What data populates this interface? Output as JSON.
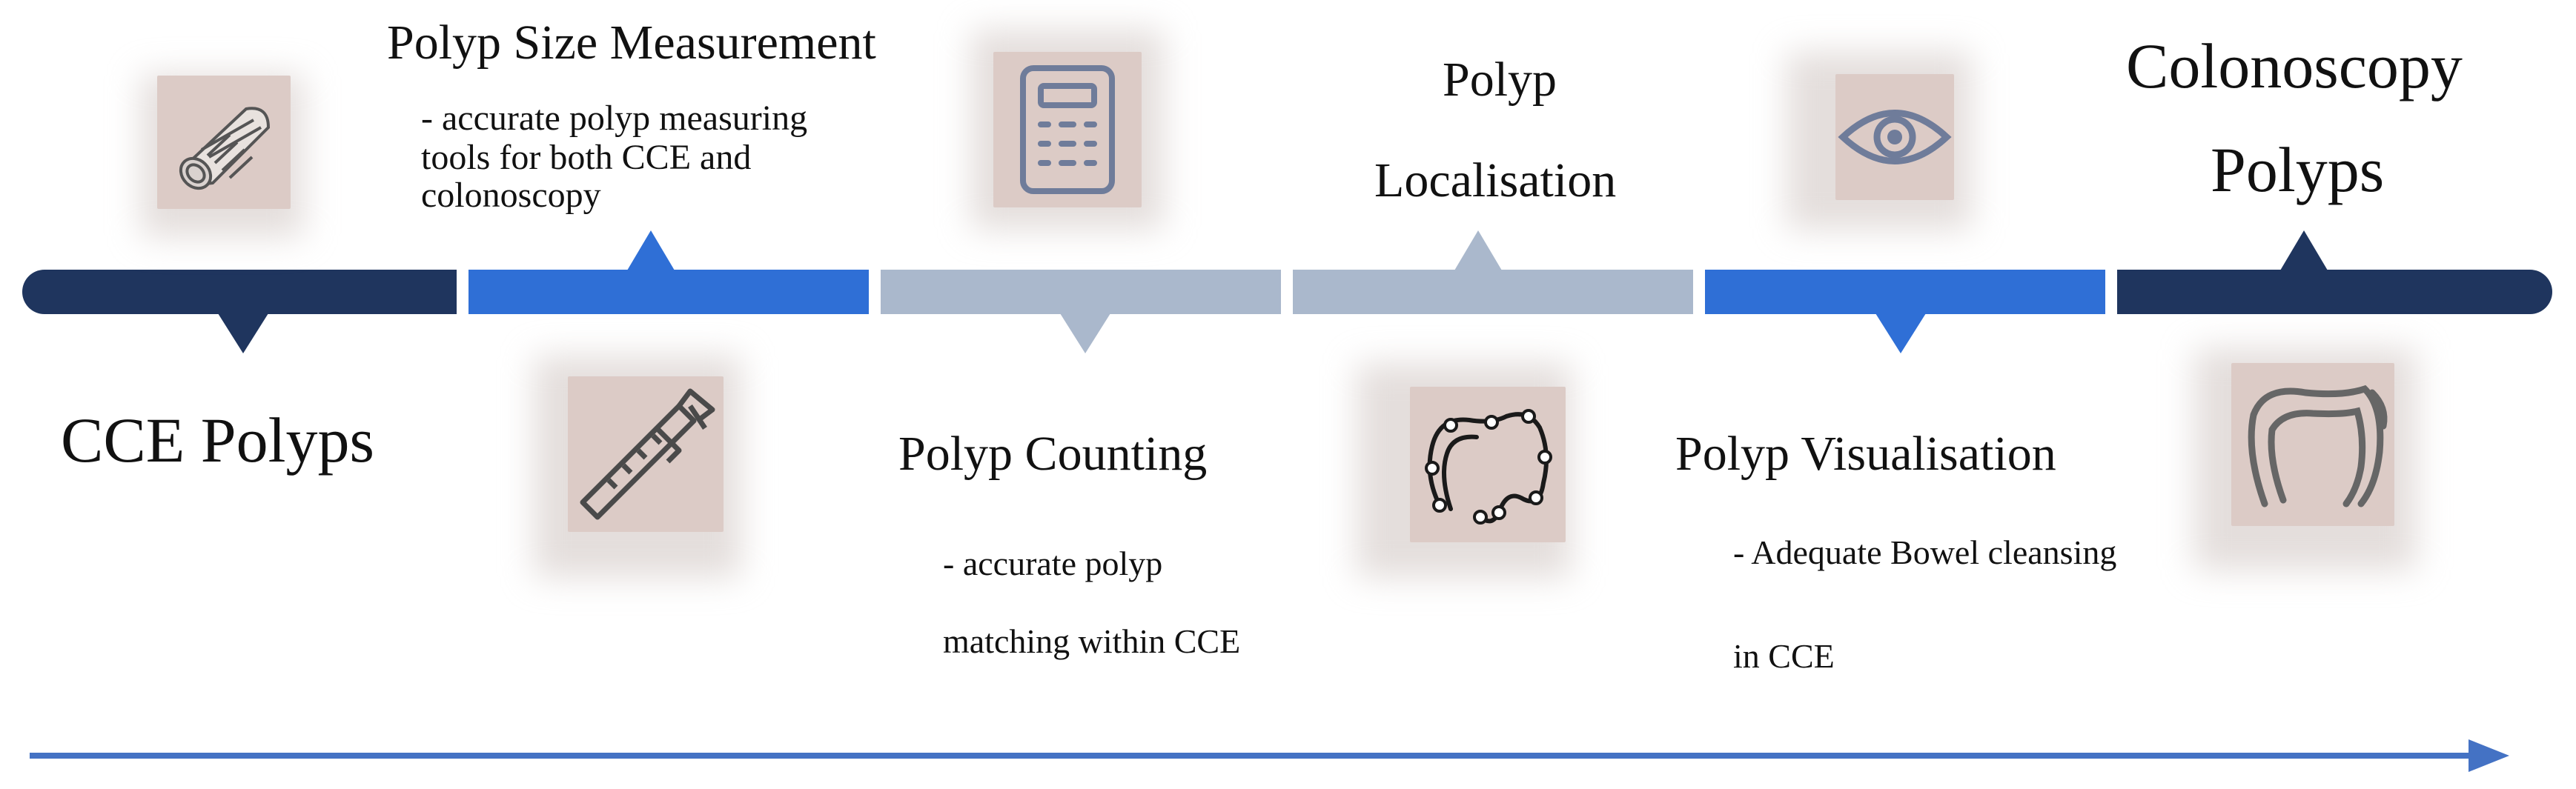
{
  "colors": {
    "navy": "#1f355e",
    "blue": "#2f6fd6",
    "gray_blue": "#aab8cc",
    "arrow": "#4472c4",
    "tile": "#dccbc6",
    "icon_stroke_gray": "#6f7c9a",
    "icon_stroke_dark": "#222222"
  },
  "stages": [
    {
      "title": "CCE Polyps",
      "icon": "capsule-camera-icon"
    },
    {
      "title": "Polyp Size Measurement",
      "note": "- accurate polyp measuring tools for both CCE and colonoscopy",
      "note_lines": [
        "- accurate polyp measuring",
        "tools for both CCE and",
        "colonoscopy"
      ],
      "icon": "caliper-icon"
    },
    {
      "title": "Polyp Counting",
      "note_lines": [
        "- accurate polyp",
        "matching within CCE"
      ],
      "icon": "calculator-icon"
    },
    {
      "title_lines": [
        "Polyp",
        "Localisation"
      ],
      "icon": "colon-map-icon"
    },
    {
      "title": "Polyp Visualisation",
      "note_lines": [
        "- Adequate Bowel cleansing",
        "in CCE"
      ],
      "icon": "eye-icon"
    },
    {
      "title_lines": [
        "Colonoscopy",
        "Polyps"
      ],
      "icon": "colon-icon"
    }
  ]
}
